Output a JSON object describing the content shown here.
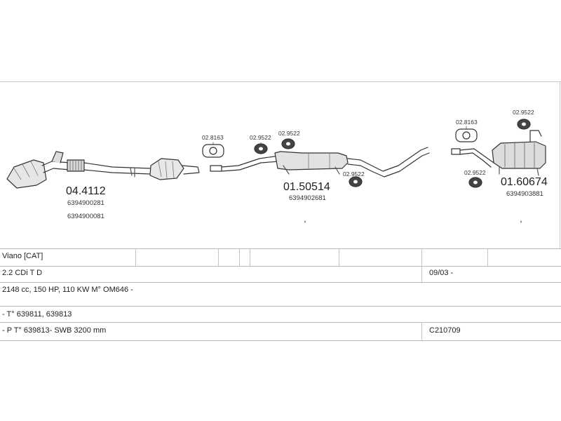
{
  "parts": [
    {
      "number": "04.4112",
      "oem": [
        "6394900281",
        "6394900081"
      ]
    },
    {
      "number": "01.50514",
      "oem": [
        "6394902681"
      ]
    },
    {
      "number": "01.60674",
      "oem": [
        "6394903881"
      ]
    }
  ],
  "fittings": {
    "clamp_a": "02.8163",
    "gasket_a": "02.9522",
    "gasket_b": "02.9522",
    "gasket_c": "02.9522",
    "clamp_b": "02.8163",
    "gasket_d": "02.9522",
    "gasket_e": "02.9522"
  },
  "table": {
    "model": "Viano  [CAT]",
    "engine": "2.2 CDi T D",
    "date": "09/03 -",
    "specs": "2148 cc, 150 HP, 110 KW M° OM646 -",
    "types": "- T° 639811, 639813",
    "variant": "- P  T° 639813- SWB 3200 mm",
    "code": "C210709"
  }
}
